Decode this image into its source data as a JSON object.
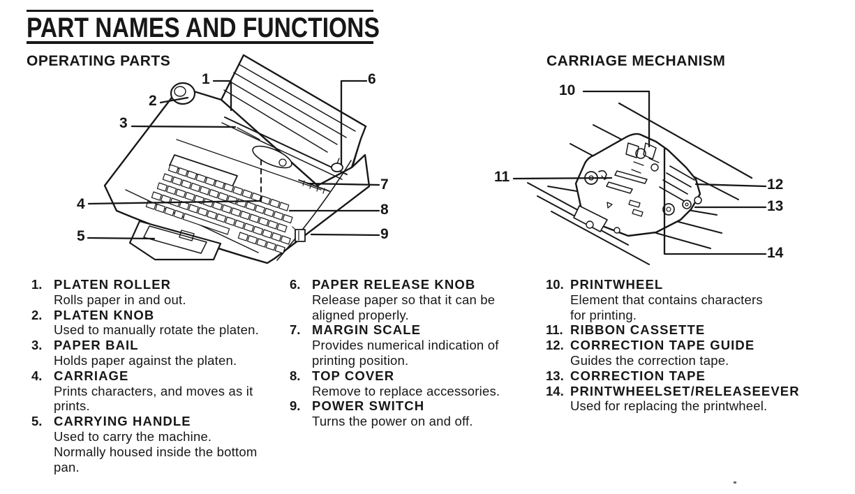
{
  "document": {
    "title": "PART NAMES AND FUNCTIONS"
  },
  "colors": {
    "ink": "#171717",
    "paper": "#ffffff"
  },
  "sections": {
    "operating": {
      "heading": "OPERATING PARTS",
      "callouts": [
        "1",
        "2",
        "3",
        "4",
        "5",
        "6",
        "7",
        "8",
        "9"
      ]
    },
    "carriage": {
      "heading": "CARRIAGE MECHANISM",
      "callouts": [
        "10",
        "11",
        "12",
        "13",
        "14"
      ]
    }
  },
  "parts": {
    "col1": [
      {
        "num": "1.",
        "name": "PLATEN ROLLER",
        "desc": [
          "Rolls paper in and out."
        ]
      },
      {
        "num": "2.",
        "name": "PLATEN KNOB",
        "desc": [
          "Used to manually rotate the platen."
        ]
      },
      {
        "num": "3.",
        "name": "PAPER BAIL",
        "desc": [
          "Holds paper against the platen."
        ]
      },
      {
        "num": "4.",
        "name": "CARRIAGE",
        "desc": [
          "Prints characters, and moves as it",
          "prints."
        ]
      },
      {
        "num": "5.",
        "name": "CARRYING HANDLE",
        "desc": [
          "Used to carry the machine.",
          "Normally housed inside the bottom",
          "pan."
        ]
      }
    ],
    "col2": [
      {
        "num": "6.",
        "name": "PAPER RELEASE KNOB",
        "desc": [
          "Release paper so that it can be",
          "aligned properly."
        ]
      },
      {
        "num": "7.",
        "name": "MARGIN SCALE",
        "desc": [
          "Provides numerical indication of",
          "printing position."
        ]
      },
      {
        "num": "8.",
        "name": "TOP COVER",
        "desc": [
          "Remove to replace accessories."
        ]
      },
      {
        "num": "9.",
        "name": "POWER SWITCH",
        "desc": [
          "Turns the power on and off."
        ]
      }
    ],
    "col3": [
      {
        "num": "10.",
        "name": "PRINTWHEEL",
        "desc": [
          "Element that contains characters",
          "for printing."
        ]
      },
      {
        "num": "11.",
        "name": "RIBBON CASSETTE",
        "desc": []
      },
      {
        "num": "12.",
        "name": "CORRECTION TAPE GUIDE",
        "desc": [
          "Guides the correction tape."
        ]
      },
      {
        "num": "13.",
        "name": "CORRECTION TAPE",
        "desc": []
      },
      {
        "num": "14.",
        "name": "PRINTWHEELSET/RELEASEEVER",
        "desc": [
          "Used for replacing the printwheel."
        ]
      }
    ]
  }
}
